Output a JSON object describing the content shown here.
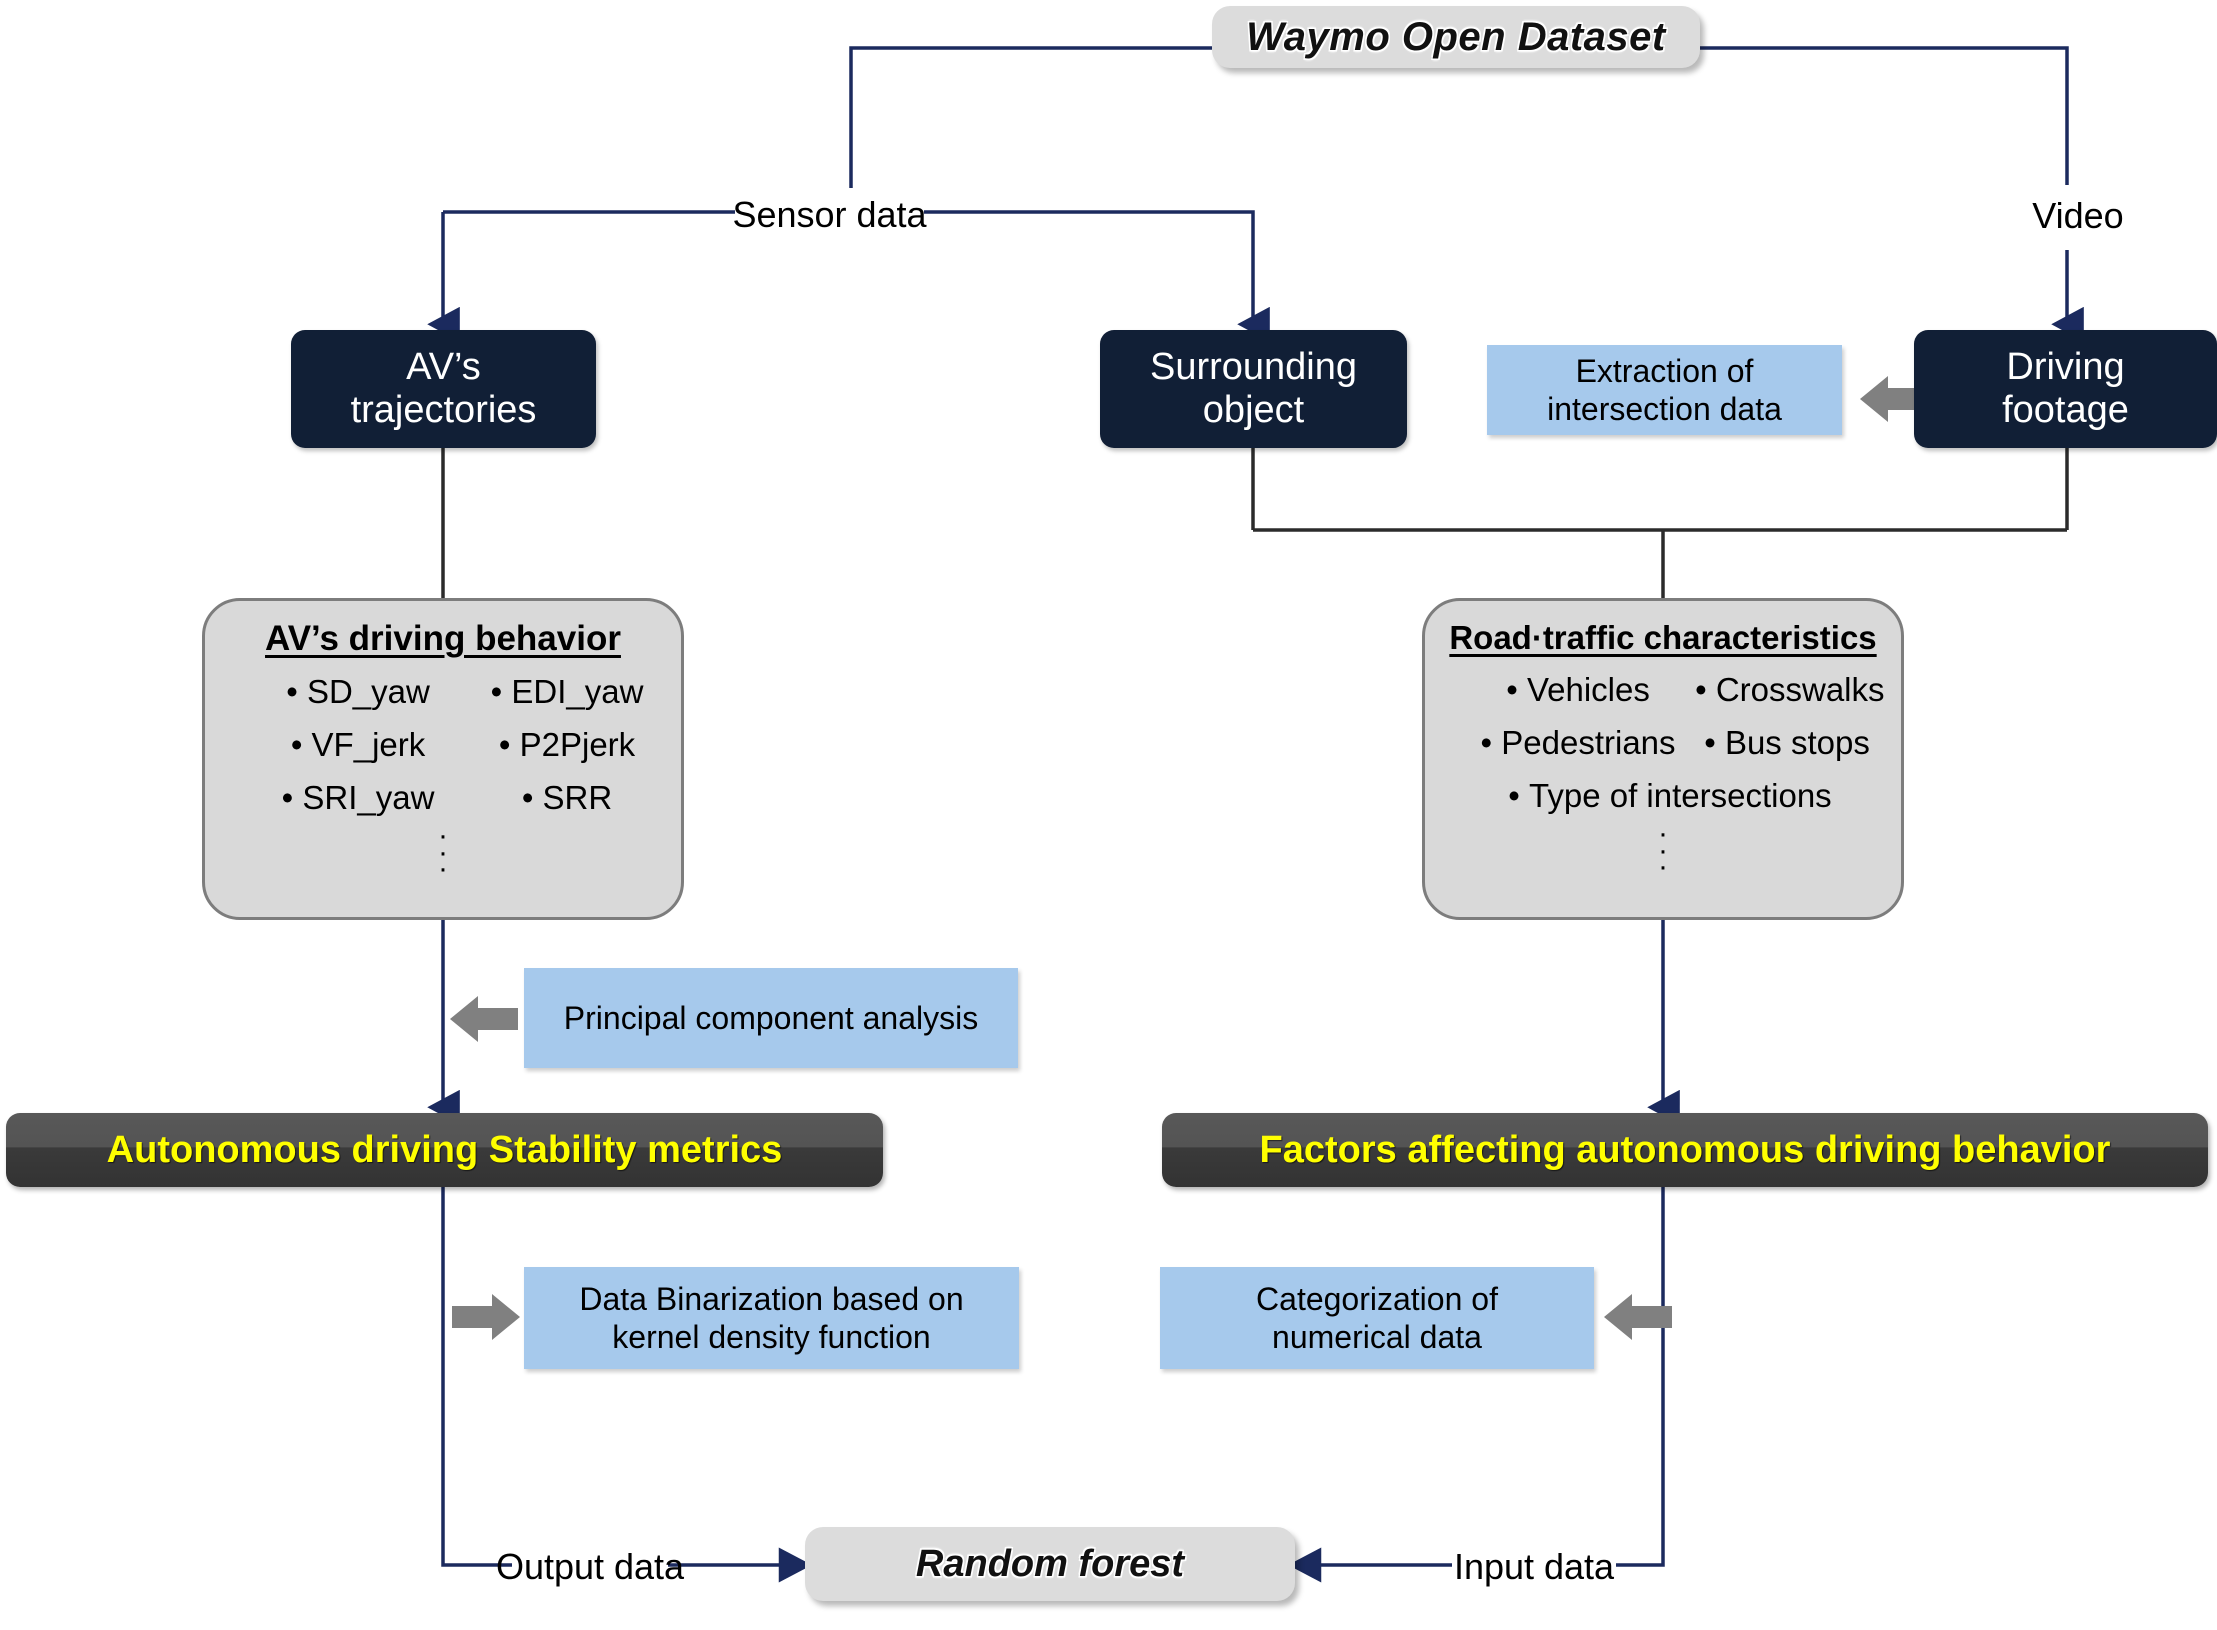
{
  "diagram": {
    "title": "Waymo Open Dataset",
    "edge_labels": {
      "sensor_data": "Sensor data",
      "video": "Video",
      "output_data": "Output data",
      "input_data": "Input data"
    },
    "sources": {
      "av_trajectories": "AV’s\ntrajectories",
      "av_trajectories_line1": "AV’s",
      "av_trajectories_line2": "trajectories",
      "surrounding_object_line1": "Surrounding",
      "surrounding_object_line2": "object",
      "driving_footage_line1": "Driving",
      "driving_footage_line2": "footage"
    },
    "process_boxes": {
      "extraction_line1": "Extraction of",
      "extraction_line2": "intersection data",
      "pca": "Principal component analysis",
      "binarization_line1": "Data Binarization based on",
      "binarization_line2": "kernel density function",
      "categorization_line1": "Categorization of",
      "categorization_line2": "numerical data"
    },
    "left_panel": {
      "title": "AV’s driving behavior",
      "col1": [
        "SD_yaw",
        "VF_jerk",
        "SRI_yaw"
      ],
      "col2": [
        "EDI_yaw",
        "P2Pjerk",
        "SRR"
      ],
      "ellipsis": true
    },
    "right_panel": {
      "title": "Road·traffic characteristics",
      "col1": [
        "Vehicles",
        "Pedestrians"
      ],
      "col2": [
        "Crosswalks",
        "Bus stops"
      ],
      "wide": [
        "Type of intersections"
      ],
      "ellipsis": true
    },
    "banners": {
      "left": "Autonomous driving Stability metrics",
      "right": "Factors affecting autonomous driving behavior"
    },
    "model": "Random forest",
    "colors": {
      "navy_box": "#111f36",
      "light_blue": "#a6c9ec",
      "panel_gray": "#d9d9d9",
      "panel_border": "#7d7d7d",
      "banner_dark": "#3a3a3a",
      "banner_text": "#ffff00",
      "pill_gray": "#dcdcdc",
      "wire_navy": "#1b2a5e",
      "wire_black": "#2b2b2b",
      "block_arrow_gray": "#808080"
    }
  }
}
